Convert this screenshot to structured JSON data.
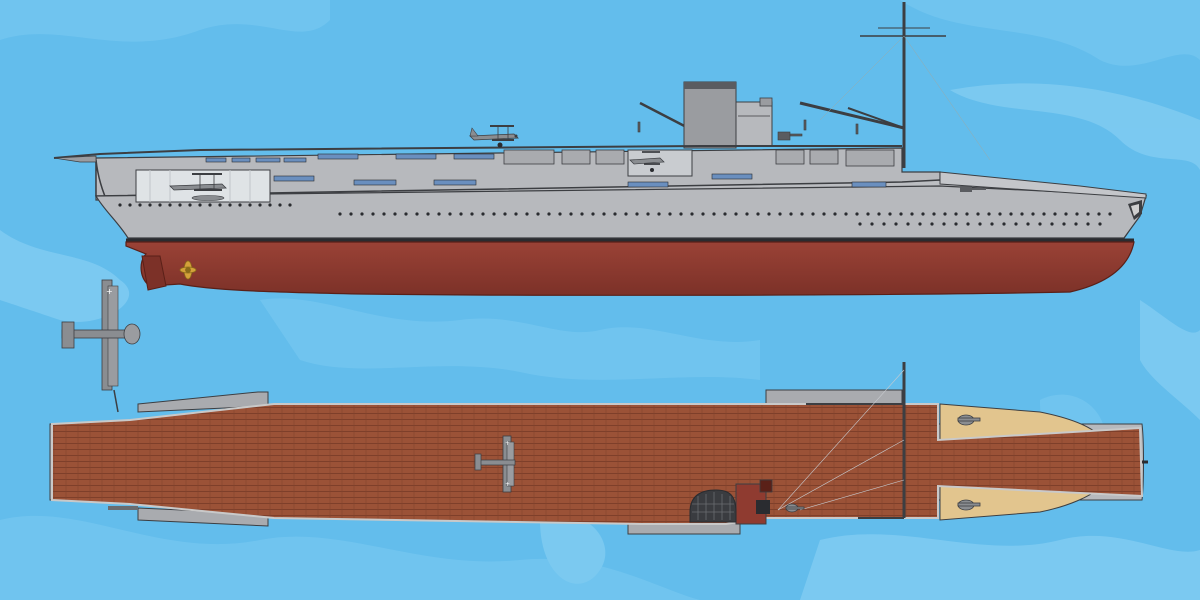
{
  "colors": {
    "sea": "#63bdec",
    "sea_light": "#7ccbf2",
    "sea_patch": "#8fd4f5",
    "hull_grey": "#b7b9bd",
    "hull_grey_dark": "#8e9094",
    "hull_line": "#3c3e42",
    "antifouling_red": "#8f3b30",
    "antifouling_dark": "#6e2a22",
    "deck_wood": "#9b5237",
    "deck_plank_line": "#7e3f2a",
    "deck_edge": "#c9c9c9",
    "bow_deck": "#e2c58e",
    "porthole": "#2a2c30",
    "window_blue": "#6a8fbf",
    "funnel_grey": "#9a9ca0",
    "funnel_cap": "#5a5c60",
    "propeller": "#d4a13a",
    "aircraft_grey": "#8a8d91"
  },
  "views": {
    "profile": "side-elevation",
    "plan": "top-deck-view"
  },
  "aircraft": {
    "count_profile": 4,
    "count_plan": 3,
    "type": "biplane"
  }
}
